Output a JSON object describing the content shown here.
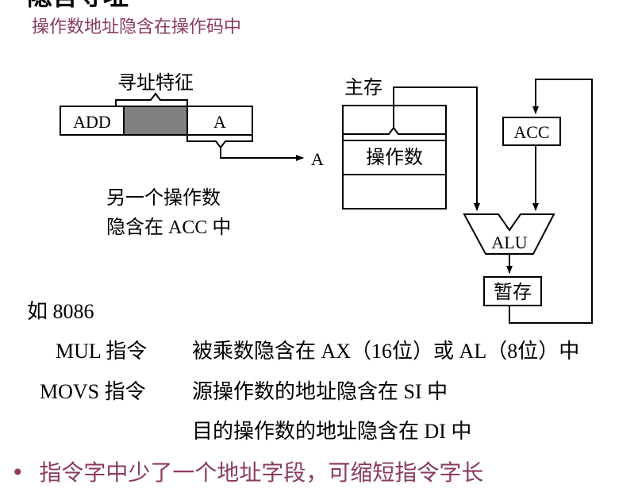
{
  "slide": {
    "title_fragment": "隐含寻址",
    "subtitle": "操作数地址隐含在操作码中"
  },
  "diagram": {
    "addr_feature_label": "寻址特征",
    "instr_fields": [
      "ADD",
      "",
      "A"
    ],
    "a_label": "A",
    "implicit_note_line1": "另一个操作数",
    "implicit_note_line2": "隐含在 ACC 中",
    "memory_label": "主存",
    "operand_label": "操作数",
    "acc_label": "ACC",
    "alu_label": "ALU",
    "temp_label": "暂存"
  },
  "examples": {
    "intro": "如 8086",
    "mul_name": "MUL 指令",
    "mul_desc": "被乘数隐含在 AX（16位）或 AL（8位）中",
    "movs_name": "MOVS 指令",
    "movs_desc1": "源操作数的地址隐含在 SI 中",
    "movs_desc2": "目的操作数的地址隐含在 DI 中"
  },
  "bullet": {
    "symbol": "•",
    "text": "指令字中少了一个地址字段，可缩短指令字长"
  },
  "colors": {
    "accent": "#8b3a62",
    "shaded_field": "#808080"
  }
}
